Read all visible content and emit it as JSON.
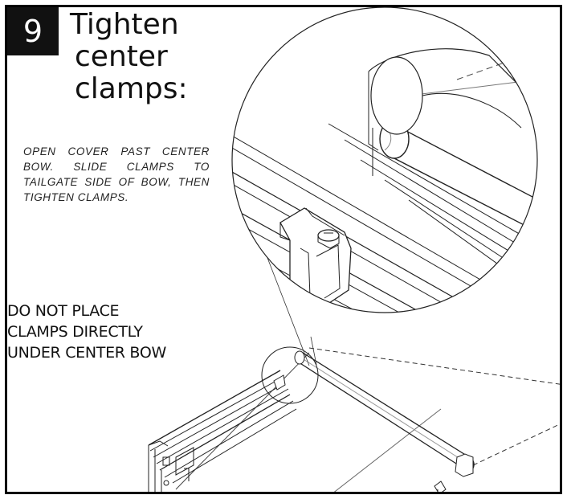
{
  "step": {
    "number": "9",
    "title_lines": [
      "Tighten",
      "center",
      "clamps:"
    ]
  },
  "instructions": "OPEN COVER PAST CENTER BOW. SLIDE CLAMPS TO TAILGATE SIDE OF BOW, THEN TIGHTEN CLAMPS.",
  "warning_lines": [
    "DO  NOT PLACE",
    "CLAMPS DIRECTLY",
    "UNDER CENTER BOW"
  ]
}
